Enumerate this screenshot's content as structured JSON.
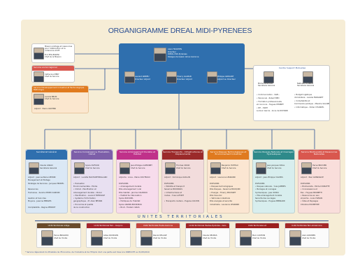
{
  "title": "ORGANIGRAMME DREAL MIDI-PYRENEES",
  "left_boxes": {
    "mission": {
      "line1": "Mission pilotage et ressources",
      "line2": "pour l'élaboration et la",
      "line3": "cohérence ACVE",
      "name": "Eric PELLEGRINI",
      "role": "Chef de la Mission"
    },
    "service_social": {
      "header": "Service social régional",
      "name": "Catherine MERY",
      "role": "Chef de Service"
    },
    "sdit": {
      "header": "Service Développement Industriel et Technologique - Métrologie",
      "name": "Aurélia BRUN",
      "role": "Chef du Service",
      "adjoint": "Adjoint : Pierre ASCENSI"
    }
  },
  "direction": {
    "name": "Alain FROCHEN",
    "role": "Directeur",
    "line3": "DREAL Midi-Pyrénées",
    "line4": "Délégué de bassin Adour-Garonne",
    "deputies": [
      {
        "name": "Laurent ARBIEU",
        "role": "Directeur Adjoint"
      },
      {
        "name": "Thierry GALBAN",
        "role": "Directeur Adjoint"
      },
      {
        "name": "Philippe GRAVANT",
        "role": "Adjoint au Directeur"
      }
    ]
  },
  "csm": {
    "header": "Centre Support Mutualisé",
    "people": [
      {
        "name": "Michel DELTOUR",
        "role": "Secrétaire Général"
      },
      {
        "name": "Nathalie CLARRIO",
        "role": "Secrétaire Général"
      }
    ],
    "left_items": [
      "• Communication - SGB...",
      "• Personnel - Robert BED",
      "• Formation professionnelle",
      "  et concours - Hugues HERBET",
      "• RH - CSRH",
      "  Ludovic Garcia - Anne de RICHARD"
    ],
    "right_items": [
      "• Budget logistique",
      "  immobilière - Aurélie ESPAGNET",
      "• Comptabilité et",
      "  Commande publique - Maxime SALABERT",
      "• Informatique - Didier CHANCEL"
    ]
  },
  "departments": [
    {
      "header": "Secrétariat Général",
      "color": "#2f6fae",
      "body_color": "#dbe8f5",
      "person": {
        "name": "Claude CANAC",
        "role": "Secrétaire Général"
      },
      "lines": [
        "Adjoint : Jeanne-Marie LEMOIN",
        "Management et Pilotage",
        "Stratégie de Services - Jacques PRODEL",
        "",
        "Ressources",
        "Humaines - Sandra MONT-CARDON",
        "",
        "Gestion et Suivi des",
        "Moyens - Jeanine BERGES",
        "",
        "Comptabilité - Régine PERROT"
      ]
    },
    {
      "header": "Service Connaissance, Évaluation, Climat",
      "color": "#7d5fa9",
      "body_color": "#e8e0f1",
      "person": {
        "name": "Sylvie DUFOUR",
        "role": "Chef du Service"
      },
      "lines": [
        "Adjoint : Lucette MACTAREYBOLLARD",
        "",
        "• Evaluation",
        "  Environnementale - Elodie",
        "• Climat - Planification et",
        "  Aménagement durable - Olivier",
        "• Planification - Laurent TRESSOLE",
        "• Système d'information",
        "  géographique - M. Alain BESSIN",
        "• Économie et qualité",
        "  de la construction"
      ]
    },
    {
      "header": "Service Aménagement Durable et Habitat",
      "color": "#c0318a",
      "body_color": "#f7dcec",
      "person": {
        "name": "Jean-Philippe GUERINET",
        "role": "Chef du Service"
      },
      "lines": [
        "Adjointe : Anne - Marie COUTEAUX",
        "",
        "DIVISIONS",
        "• Aménagement durable",
        "  Pôle aménagement rural",
        "  Pôle habitat - Jérome CAUDROU",
        "• Habitat Sur Rénovation",
        "  Sylvie ROUSSEL",
        "• Politiques de l'habitat",
        "  Sylvie GRAND-BOUSSEAU",
        "• Bruit - Frédéric GRAS"
      ]
    },
    {
      "header": "Service Transports - Infrastructures et Déplacements",
      "color": "#9b2a2a",
      "body_color": "#f2dcdc",
      "person": {
        "name": "Thomas CROIX",
        "role": "Chef du Service"
      },
      "lines": [
        "Adjoint : Dominique GUILLIN",
        "",
        "DIVISIONS",
        "• Mobilité et transport",
        "  Séverine BOURDAIS",
        "• Infrastructures et",
        "  routes - Yves LAFONT",
        "",
        "• Transports routiers - Eugène CAUVIN"
      ]
    },
    {
      "header": "Service Risques Technologiques et Environnement Industriel",
      "color": "#e07a1f",
      "body_color": "#fbe6d2",
      "person": {
        "name": "Benjamin HUTEAU",
        "role": "Chef du Service"
      },
      "lines": [
        "Adjoint : Laurence LEGRAND",
        "",
        "DIVISIONS",
        "• Risques technologiques",
        "  Pôle Risques - Séverine BOUQUIN",
        "• Énergie - Thierry MOUSSET",
        "  Pôle Sous-Sol",
        "• Véhicules industriels",
        "  Pôle énergies et sécurité",
        "  industrielle - Laurence LEGRAND"
      ]
    },
    {
      "header": "Service Risques Naturels et Ouvrages Hydrauliques",
      "color": "#2e8a8a",
      "body_color": "#d8eeee",
      "person": {
        "name": "Jean-Jacques VIDAL",
        "role": "Chef du Service"
      },
      "lines": [
        "Adjoint : Jean-Philippe VILLERS",
        "",
        "DIVISIONS",
        "• Risques naturels - Yves JAMMES",
        "• Barrages et ouvrages",
        "  hydrauliques - Jean ROSSI",
        "• Pôle aménagement durable",
        "  Sécurité des ouvrages",
        "  hydrauliques - Hugues BERNARD"
      ]
    },
    {
      "header": "Service Biodiversité et Ressources Naturelles",
      "color": "#d9574e",
      "body_color": "#f9dedb",
      "person": {
        "name": "Hervé BOUVIER",
        "role": "Chef du Service"
      },
      "lines": [
        "Adjoint : Paul GONZAGUE",
        "",
        "DIVISIONS",
        "• Biodiversité - Michel DORATTE",
        "• Connaissance et",
        "  Eau - Hugues BRUNETTI",
        "• Ressources en eau",
        "  et pêche - Louis HAMAN",
        "• Sites et Paysages",
        "  Christine POUMEYRE"
      ]
    }
  ],
  "unites": {
    "title": "U N I T E S   T E R R I T O R I A L E S",
    "items": [
      {
        "header": "Unité Territoriale Ariège",
        "color": "#6a4b2b",
        "name": "Hervé BRIGODO",
        "role": "Chef de l'Unité"
      },
      {
        "header": "Unité Territoriale Tarn - Aveyron",
        "color": "#a3252c",
        "name": "Gilles ROUSSON",
        "role": "Chef de l'Unité"
      },
      {
        "header": "Unité Territoriale Haute-Garonne",
        "color": "#c2453c",
        "name": "Pascal DELAGE",
        "role": "Chef de l'Unité"
      },
      {
        "header": "Unité Territoriale Hautes-Pyrénées - Gers",
        "color": "#a02626",
        "name": "Claude DELMAS",
        "role": "Chef de l'Unité"
      },
      {
        "header": "Unité Territoriale Lot",
        "color": "#9b1f1f",
        "name": "Marc LOCHON",
        "role": "Chef de l'Unité"
      },
      {
        "header": "Unité Territoriale Tarn-et-Garonne",
        "color": "#a32828",
        "name": "Alain GIRONES",
        "role": "Chef de l'Unité"
      }
    ]
  },
  "footnote": "* Service dépendant du Ministère de l'Économie, de l'Industrie et de l'Emploi dont une partie est mise à la DIRECCTE au 31/05/2010",
  "colors": {
    "title": "#2b4f93",
    "background_panel": "#f6edd6",
    "unites_title": "#2b4f93",
    "connector": "#2b4f93"
  }
}
